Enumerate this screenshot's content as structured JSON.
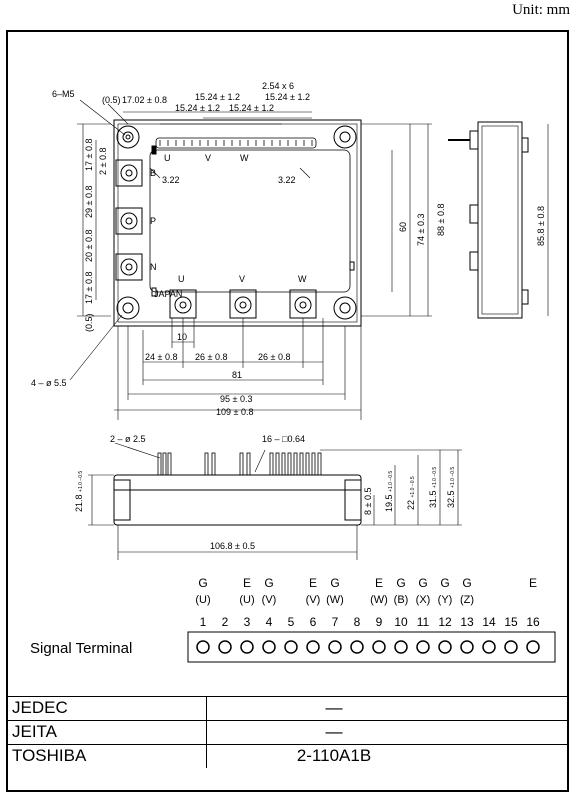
{
  "unit_label": "Unit: mm",
  "top_view_dims": {
    "screw": "6–M5",
    "half_mm": "(0.5)",
    "pitch_top": "17.02 ± 0.8",
    "s1": "15.24 ± 1.2",
    "s2": "15.24 ± 1.2",
    "s3": "15.24 ± 1.2",
    "s4": "15.24 ± 1.2",
    "pin_pitch": "2.54 x 6",
    "v17a": "17 ± 0.8",
    "v2": "2 ± 0.8",
    "v29": "29 ± 0.8",
    "v20": "20 ± 0.8",
    "v17b": "17 ± 0.8",
    "v05": "(0.5)",
    "d322a": "3.22",
    "d322b": "3.22",
    "h60": "60",
    "h74": "74 ± 0.3",
    "h88": "88 ± 0.8",
    "h85": "85.8 ± 0.8",
    "w10": "10",
    "w24": "24 ± 0.8",
    "w26a": "26 ± 0.8",
    "w26b": "26 ± 0.8",
    "w81": "81",
    "w95": "95 ± 0.3",
    "w109": "109 ± 0.8",
    "hole": "4 – ø 5.5",
    "mark_japan": "JAPAN",
    "lbl_U": "U",
    "lbl_V": "V",
    "lbl_W": "W",
    "lbl_u": "U",
    "lbl_v": "V",
    "lbl_w": "W",
    "lbl_B": "B",
    "lbl_P": "P",
    "lbl_N": "N"
  },
  "side_view_dims": {
    "pin_holes": "2 – ø 2.5",
    "pins": "16 – □0.64",
    "h21": "21.8 ",
    "h21tol": "+1.0 −0.5",
    "h8": "8 ± 0.5",
    "h195": "19.5 ",
    "h195tol": "+1.0 −0.5",
    "h22": "22 ",
    "h22tol": "+1.0 −0.5",
    "h315": "31.5 ",
    "h315tol": "+1.0 −0.5",
    "h325": "32.5 ",
    "h325tol": "+1.0 −0.5",
    "l1068": "106.8 ± 0.5"
  },
  "signal": {
    "title": "Signal Terminal",
    "letters": [
      "G",
      "",
      "E",
      "G",
      "",
      "E",
      "G",
      "",
      "E",
      "G",
      "G",
      "G",
      "G",
      "",
      "",
      "E"
    ],
    "groups": [
      "(U)",
      "",
      "(U)",
      "(V)",
      "",
      "(V)",
      "(W)",
      "",
      "(W)",
      "(B)",
      "(X)",
      "(Y)",
      "(Z)",
      "",
      "",
      ""
    ],
    "numbers": [
      "1",
      "2",
      "3",
      "4",
      "5",
      "6",
      "7",
      "8",
      "9",
      "10",
      "11",
      "12",
      "13",
      "14",
      "15",
      "16"
    ]
  },
  "package_table": [
    {
      "key": "JEDEC",
      "value": "―"
    },
    {
      "key": "JEITA",
      "value": "―"
    },
    {
      "key": "TOSHIBA",
      "value": "2-110A1B"
    }
  ]
}
